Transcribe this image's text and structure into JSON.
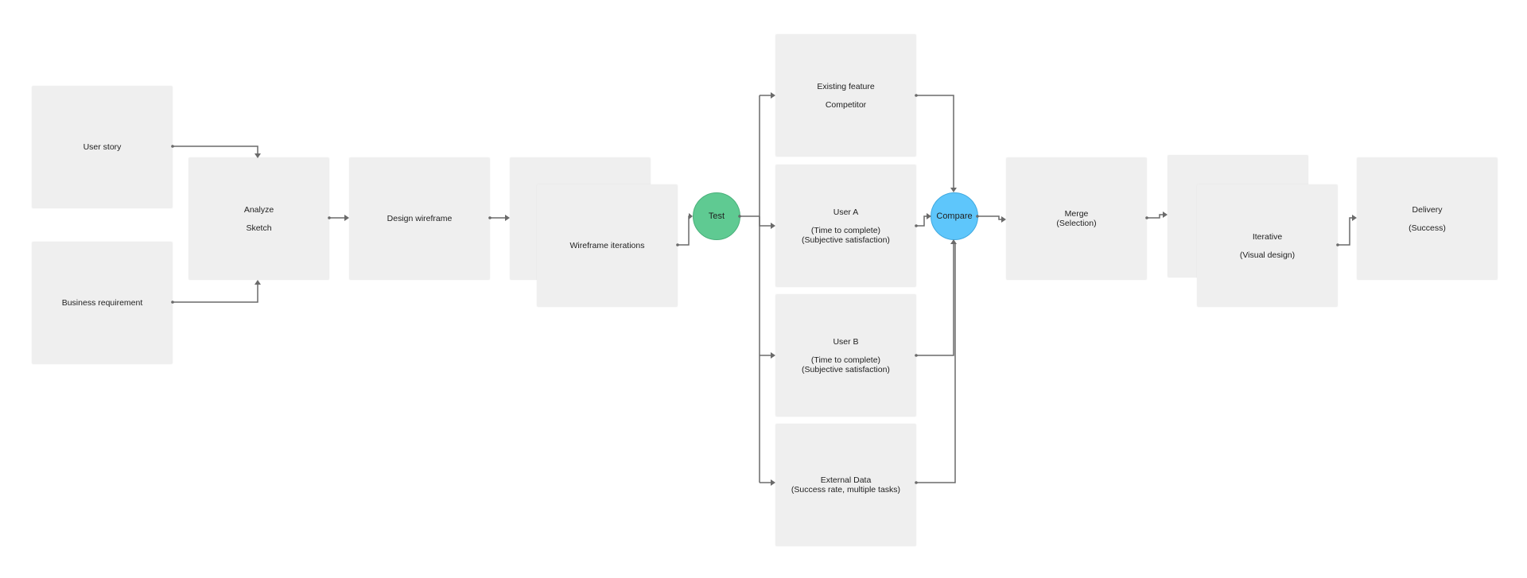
{
  "colors": {
    "box_fill": "#efefef",
    "connector": "#6a6a6a",
    "test_circle": "#5fca92",
    "compare_circle": "#5ec6fb"
  },
  "nodes": {
    "user_story": "User story",
    "business_requirement": "Business requirement",
    "analyze": {
      "line1": "Analyze",
      "line2": "Sketch"
    },
    "design_wireframe": "Design wireframe",
    "wireframe_iterations": "Wireframe iterations",
    "test": "Test",
    "existing_feature": {
      "line1": "Existing feature",
      "line2": "Competitor"
    },
    "user_a": {
      "line1": "User A",
      "line2": "(Time to complete)",
      "line3": "(Subjective satisfaction)"
    },
    "user_b": {
      "line1": "User B",
      "line2": "(Time to complete)",
      "line3": "(Subjective satisfaction)"
    },
    "external_data": {
      "line1": "External Data",
      "line2": "(Success rate, multiple tasks)"
    },
    "compare": "Compare",
    "merge": {
      "line1": "Merge",
      "line2": "(Selection)"
    },
    "iterative": {
      "line1": "Iterative",
      "line2": "(Visual design)"
    },
    "delivery": {
      "line1": "Delivery",
      "line2": "(Success)"
    }
  }
}
